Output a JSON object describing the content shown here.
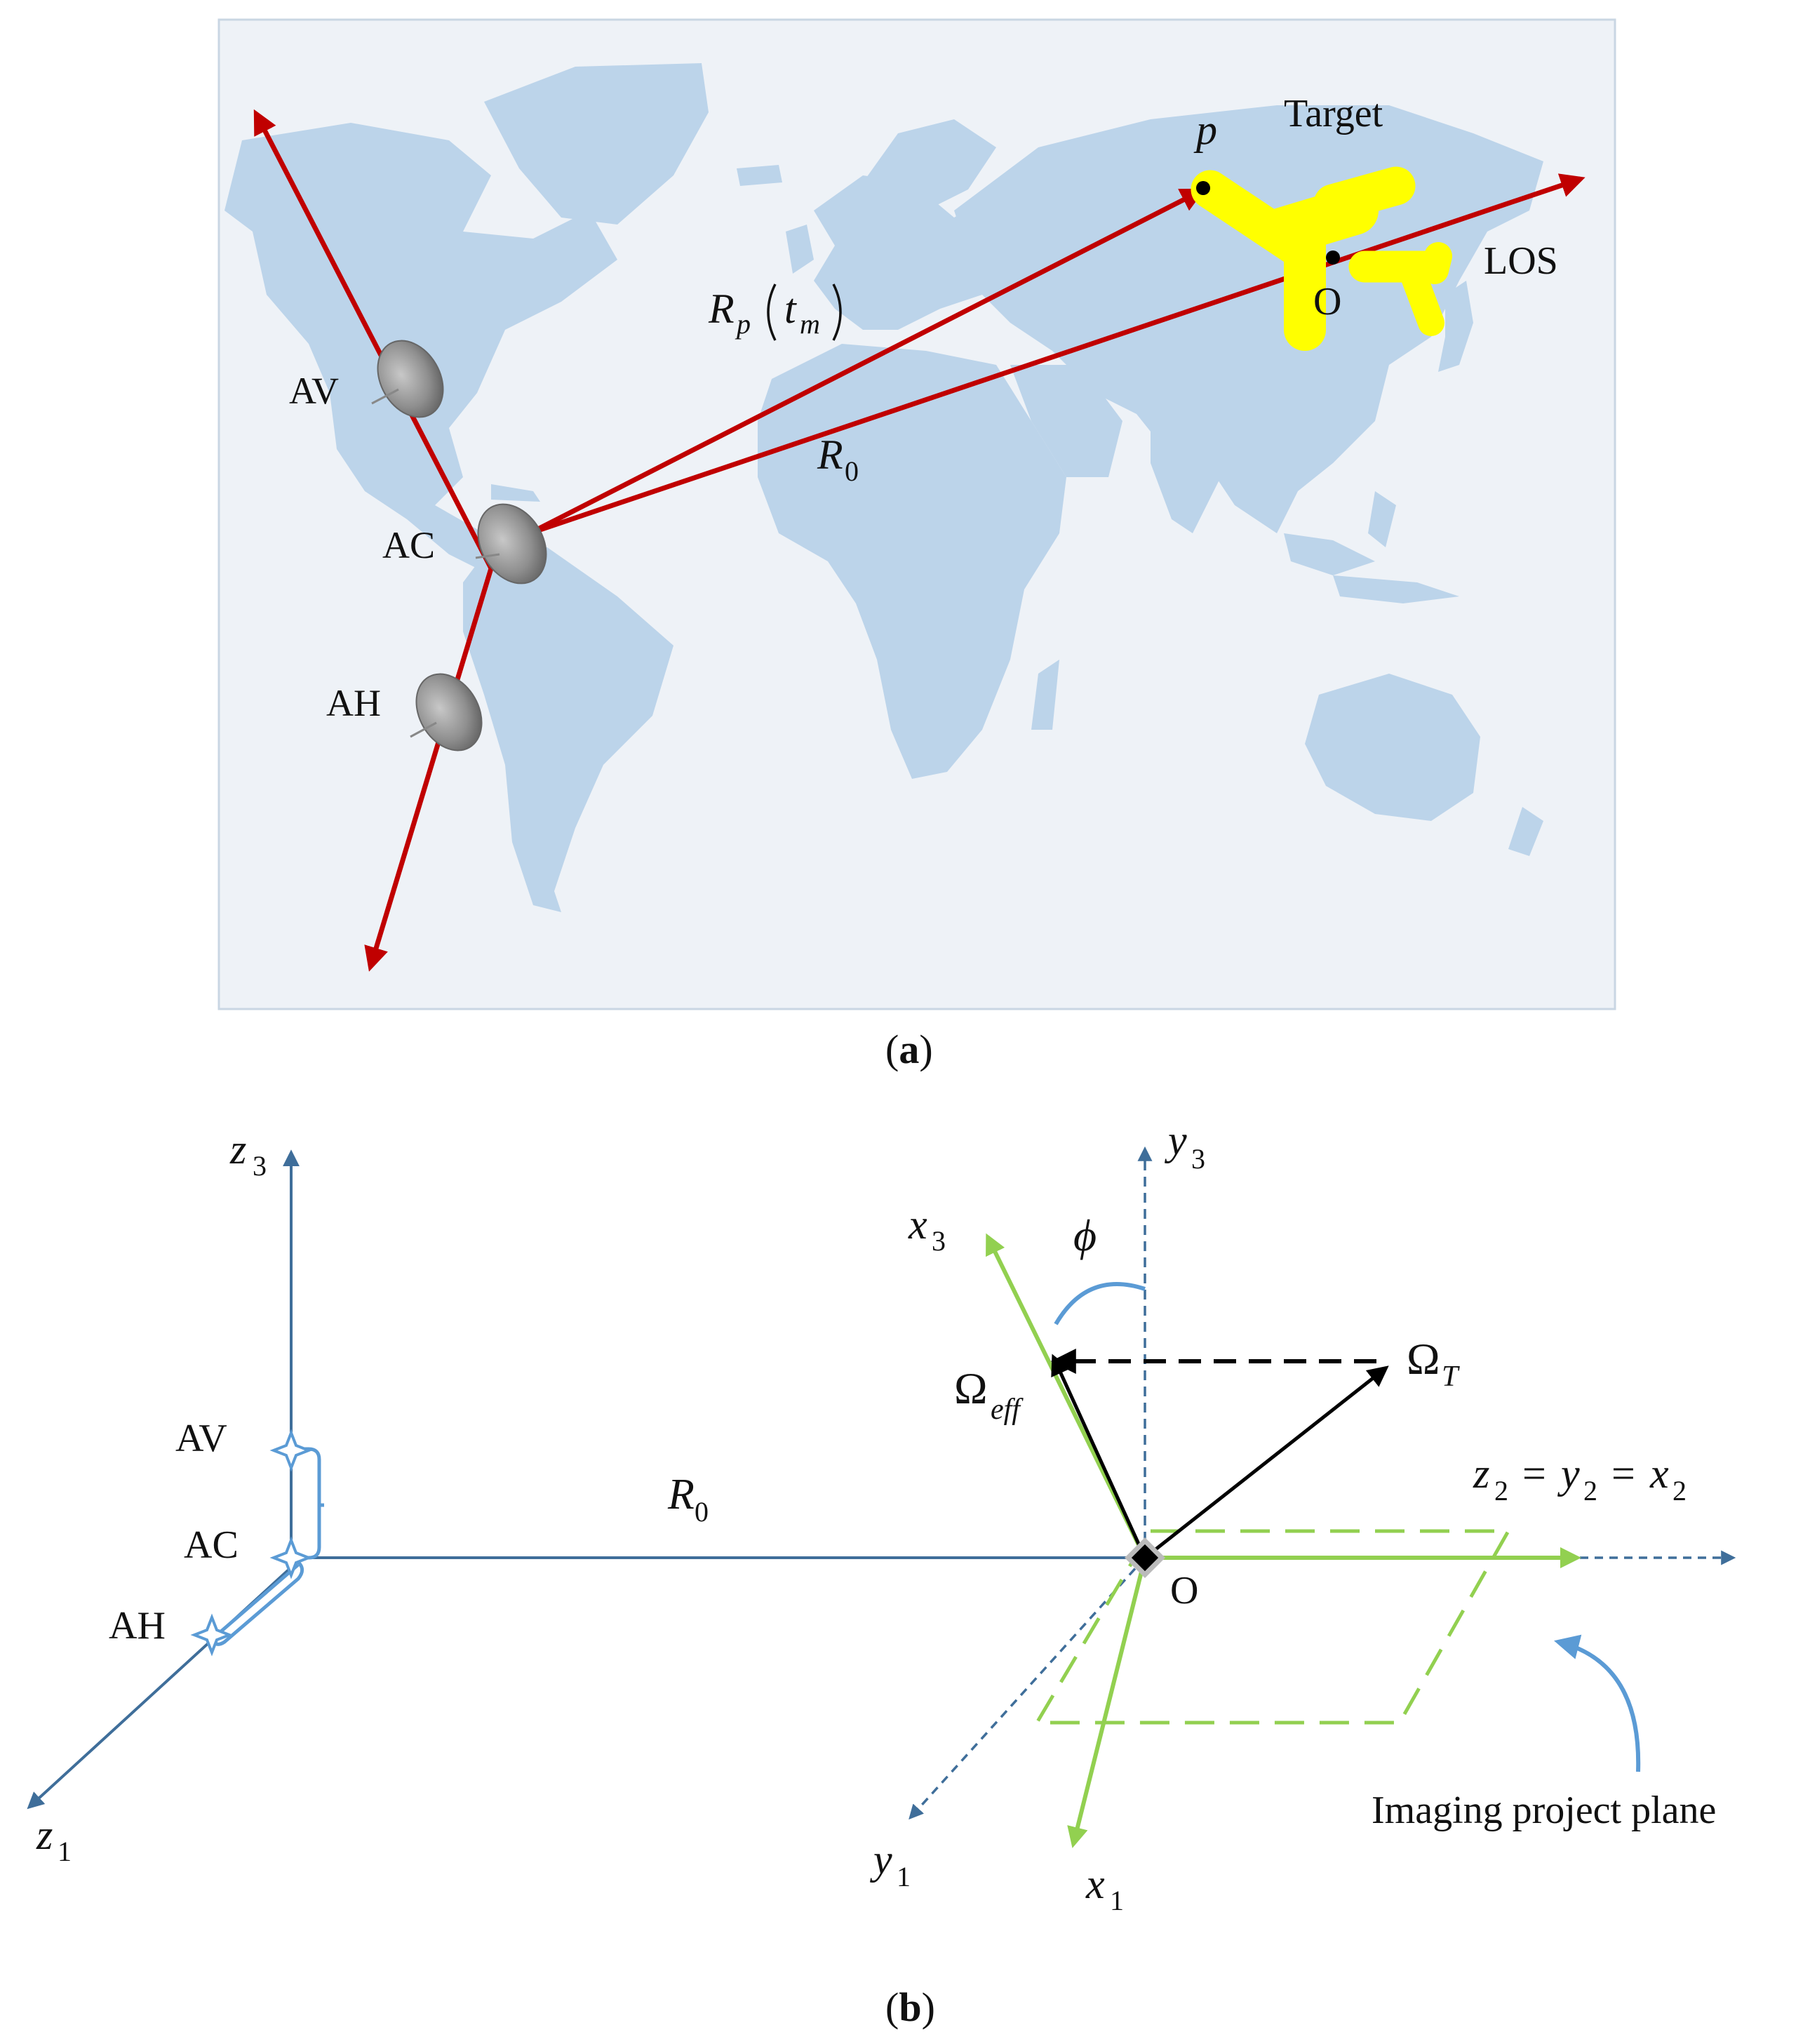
{
  "panel_a": {
    "caption_open": "(",
    "caption_letter": "a",
    "caption_close": ")",
    "labels": {
      "target": "Target",
      "p": "p",
      "los": "LOS",
      "o": "O",
      "av": "AV",
      "ac": "AC",
      "ah": "AH",
      "rp_main": "R",
      "rp_sub": "p",
      "rp_arg_main": "t",
      "rp_arg_sub": "m",
      "r0_main": "R",
      "r0_sub": "0"
    },
    "colors": {
      "map_background": "#eef2f7",
      "land": "#bcd4ea",
      "vector": "#c00000",
      "target": "#ffff00",
      "antenna": "#8f8f8f"
    },
    "icons": [
      "world-map",
      "antenna-dish-icon",
      "aircraft-target-icon"
    ]
  },
  "panel_b": {
    "caption_open": "(",
    "caption_letter": "b",
    "caption_close": ")",
    "labels": {
      "z3_main": "z",
      "z3_sub": "3",
      "y3_main": "y",
      "y3_sub": "3",
      "x3_main": "x",
      "x3_sub": "3",
      "phi": "ϕ",
      "omega_eff_main": "Ω",
      "omega_eff_sub": "eff",
      "omega_t_main": "Ω",
      "omega_t_sub": "T",
      "z2": "z",
      "z2_sub": "2",
      "y2": "y",
      "y2_sub": "2",
      "x2": "x",
      "x2_sub": "2",
      "equals": "=",
      "r0_main": "R",
      "r0_sub": "0",
      "av": "AV",
      "ac": "AC",
      "ah": "AH",
      "o": "O",
      "z1_main": "z",
      "z1_sub": "1",
      "y1_main": "y",
      "y1_sub": "1",
      "x1_main": "x",
      "x1_sub": "1",
      "imaging_plane": "Imaging project plane"
    },
    "colors": {
      "axis_blue": "#3f6e9a",
      "antenna_blue": "#5b9bd5",
      "green": "#92d050",
      "black": "#000000",
      "arc_blue": "#5b9bd5"
    }
  }
}
